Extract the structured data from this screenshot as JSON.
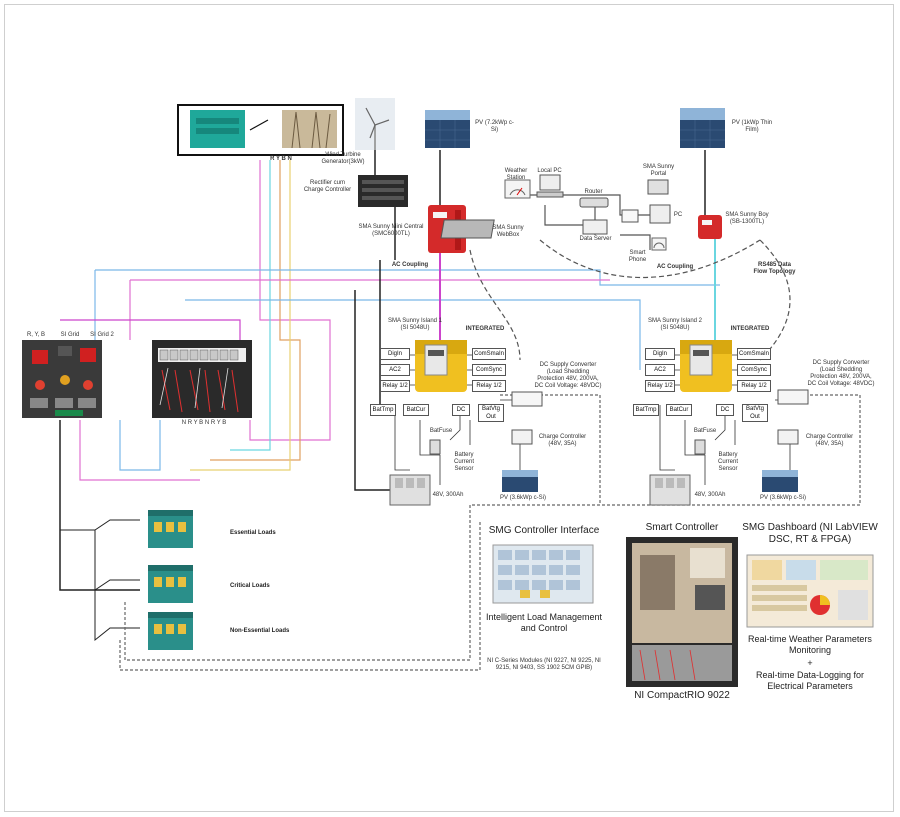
{
  "colors": {
    "generator": "#1fa89a",
    "solar_panel": "#2a4a72",
    "inverter_red": "#d42a2a",
    "sunny_island_yellow": "#f0c020",
    "load_cabinet": "#2a8f8a",
    "panel_dark": "#3a3a3a",
    "line_pink": "#e070d0",
    "line_blue": "#7ab8e8",
    "line_cyan": "#6ad6e0",
    "line_magenta": "#cc44cc",
    "line_yellow": "#e8d070",
    "line_orange": "#e0a060",
    "line_black": "#222222"
  },
  "gen_labels": {
    "rytn": "R Y B N"
  },
  "left_sources": {
    "wind_turbine": "Wind Turbine Generator(3kW)",
    "rectifier": "Rectifier cum Charge Controller",
    "pv1": "PV (7.2kWp c-Si)",
    "sunny_boy_1": "SMA Sunny Mini Central (SMC6000TL)",
    "ac_coupling": "AC Coupling"
  },
  "right_sources": {
    "pv2": "PV (1kWp Thin Film)",
    "sunny_boy_2": "SMA Sunny Boy (SB-1300TL)",
    "ac_coupling": "AC Coupling",
    "rs485": "RS485 Data Flow Topology"
  },
  "monitoring": {
    "weather_stn": "Weather Station",
    "local_pc": "Local PC",
    "router": "Router",
    "data_server": "Data Server",
    "sma_portal": "SMA Sunny Portal",
    "pc": "PC",
    "smartphone": "Smart Phone",
    "webbox": "SMA Sunny WebBox"
  },
  "cluster_left": {
    "title": "SMA Sunny Island 1 (SI 5048U)",
    "tag": "INTEGRATED",
    "ports": [
      "DigIn",
      "ComSmaIn",
      "AC2",
      "ComSync",
      "Relay 1/2",
      "Relay 1/2",
      "BatTmp",
      "BatCur",
      "DC",
      "BatVtg Out"
    ],
    "fuse": "BatFuse",
    "bat_sensor": "Battery Current Sensor",
    "battery": "48V, 300Ah",
    "charge_ctrl": "Charge Controller (48V, 35A)",
    "dc_supply": "DC Supply Converter (Load Shedding Protection 48V, 200VA, DC Coil Voltage: 48VDC)",
    "pv3": "PV (3.6kWp c-Si)"
  },
  "cluster_right": {
    "title": "SMA Sunny Island 2 (SI 5048U)",
    "tag": "INTEGRATED",
    "ports": [
      "DigIn",
      "ComSmaIn",
      "AC2",
      "ComSync",
      "Relay 1/2",
      "Relay 1/2",
      "BatTmp",
      "BatCur",
      "DC",
      "BatVtg Out"
    ],
    "fuse": "BatFuse",
    "bat_sensor": "Battery Current Sensor",
    "battery": "48V, 300Ah",
    "charge_ctrl": "Charge Controller (48V, 35A)",
    "dc_supply": "DC Supply Converter (Load Shedding Protection 48V, 200VA, DC Coil Voltage: 48VDC)",
    "pv4": "PV (3.6kWp c-Si)"
  },
  "switchboard": {
    "labels": [
      "R, Y, B",
      "SI Grid",
      "SI Grid 2"
    ],
    "phase_letters": "N R Y B N R Y B"
  },
  "loads": [
    {
      "label": "Essential Loads"
    },
    {
      "label": "Critical Loads"
    },
    {
      "label": "Non-Essential Loads"
    }
  ],
  "smg_interface": {
    "title": "SMG Controller Interface",
    "caption": "Intelligent Load Management and Control",
    "modules": "NI C-Series Modules (NI 9227, NI 9225, NI 9215, NI 9403, SS 1902 5CM GPIB)"
  },
  "smart_controller": {
    "title": "Smart Controller",
    "caption": "NI CompactRIO 9022"
  },
  "smg_dashboard": {
    "title": "SMG Dashboard (NI LabVIEW DSC, RT & FPGA)",
    "caption1": "Real-time Weather Parameters Monitoring",
    "plus": "+",
    "caption2": "Real-time Data-Logging for Electrical Parameters"
  }
}
